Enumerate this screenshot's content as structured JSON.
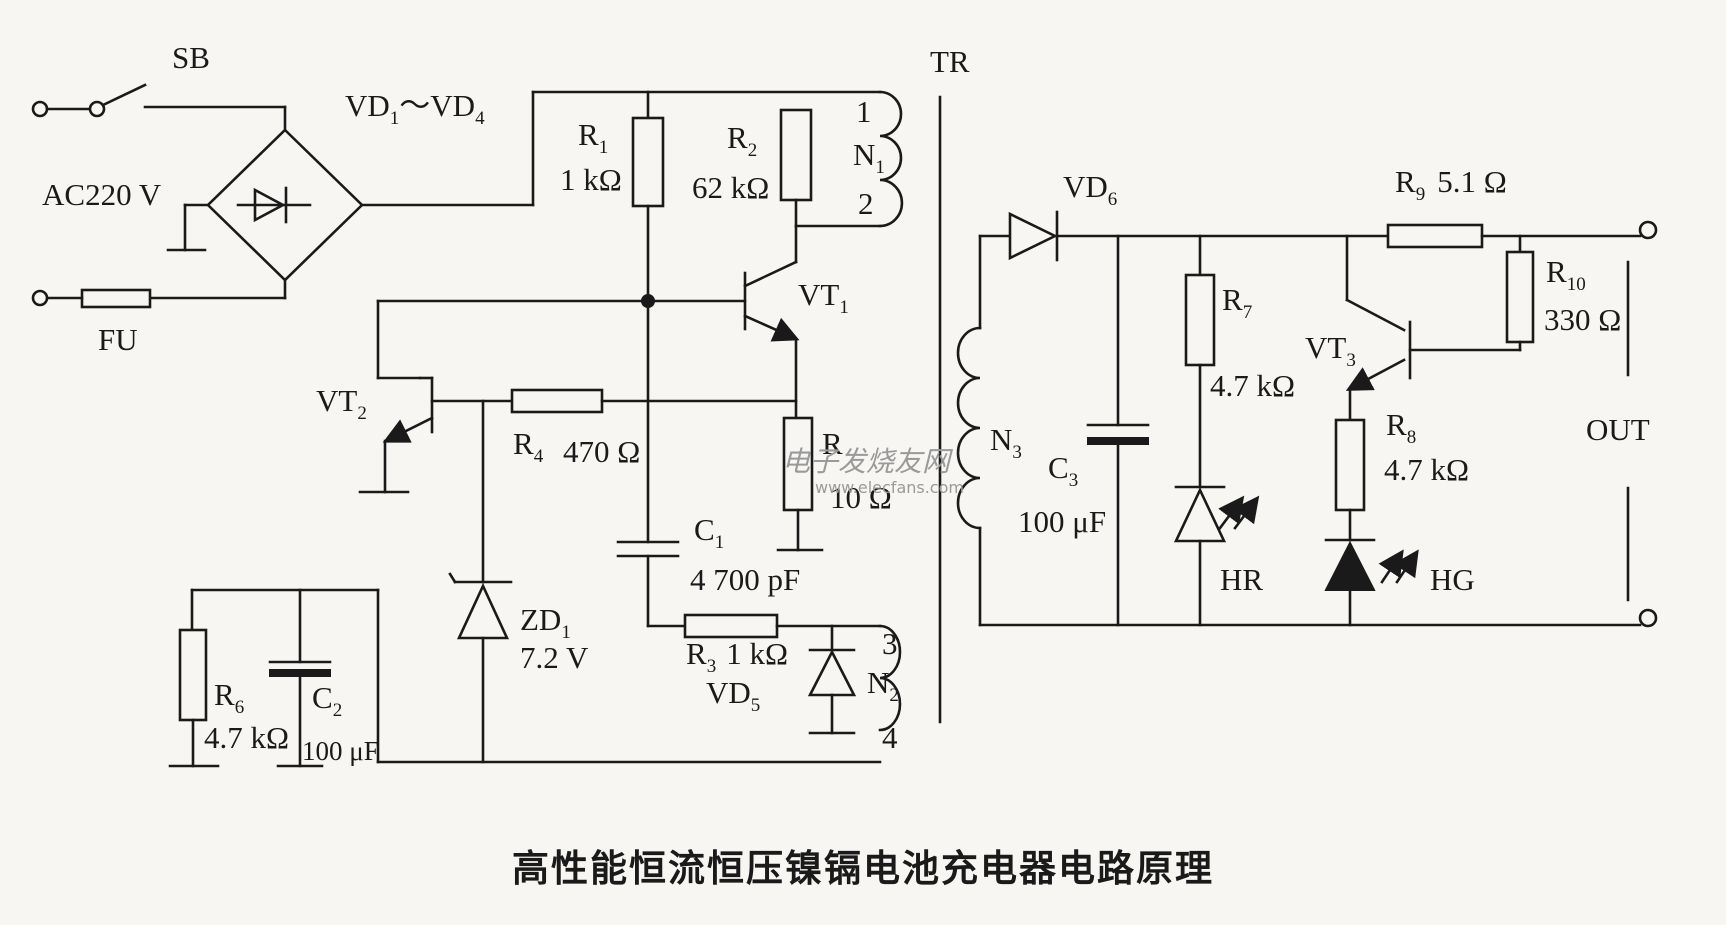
{
  "caption": "高性能恒流恒压镍镉电池充电器电路原理",
  "watermark": {
    "cn": "电子发烧友网",
    "url": "www.elecfans.com"
  },
  "labels": {
    "SB": "SB",
    "VD14": "VD",
    "VD14_a": "1",
    "VD14_mid": "～VD",
    "VD14_b": "4",
    "AC": "AC220 V",
    "FU": "FU",
    "TR": "TR",
    "R1": "R",
    "R1_s": "1",
    "R1_v": "1 kΩ",
    "R2": "R",
    "R2_s": "2",
    "R2_v": "62 kΩ",
    "N1_1": "1",
    "N1": "N",
    "N1_s": "1",
    "N1_2": "2",
    "VT1": "VT",
    "VT1_s": "1",
    "VT2": "VT",
    "VT2_s": "2",
    "R4": "R",
    "R4_s": "4",
    "R4_v": "470 Ω",
    "R5": "R",
    "R5_v": "10 Ω",
    "C1": "C",
    "C1_s": "1",
    "C1_v": "4 700 pF",
    "ZD1": "ZD",
    "ZD1_s": "1",
    "ZD1_v": "7.2 V",
    "R3": "R",
    "R3_s": "3",
    "R3_v": "1 kΩ",
    "VD5": "VD",
    "VD5_s": "5",
    "N2_3": "3",
    "N2": "N",
    "N2_s": "2",
    "N2_4": "4",
    "R6": "R",
    "R6_s": "6",
    "R6_v": "4.7 kΩ",
    "C2": "C",
    "C2_s": "2",
    "C2_v": "100 μF",
    "VD6": "VD",
    "VD6_s": "6",
    "N3": "N",
    "N3_s": "3",
    "C3": "C",
    "C3_s": "3",
    "C3_v": "100 μF",
    "R7": "R",
    "R7_s": "7",
    "R7_v": "4.7 kΩ",
    "HR": "HR",
    "R9": "R",
    "R9_s": "9",
    "R9_v": "5.1 Ω",
    "R10": "R",
    "R10_s": "10",
    "R10_v": "330 Ω",
    "VT3": "VT",
    "VT3_s": "3",
    "R8": "R",
    "R8_s": "8",
    "R8_v": "4.7 kΩ",
    "HG": "HG",
    "OUT": "OUT"
  }
}
